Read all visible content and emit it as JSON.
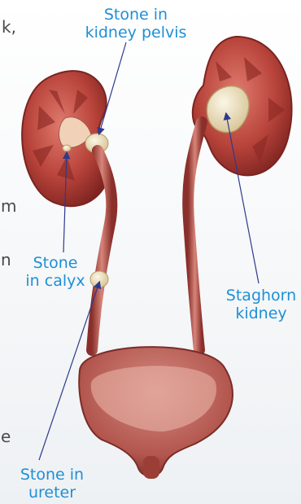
{
  "labels": {
    "pelvis": [
      "Stone in",
      "kidney pelvis"
    ],
    "calyx": [
      "Stone",
      "in calyx"
    ],
    "staghorn": [
      "Staghorn",
      "kidney"
    ],
    "ureter": [
      "Stone in",
      "ureter"
    ]
  },
  "cut_text": {
    "t1": "k,",
    "t2": "m",
    "t3": "n",
    "t4": "e"
  },
  "colors": {
    "label": "#1f8fd6",
    "arrow": "#2d3a8c",
    "kidney": "#a8342f",
    "stone": "#e9ddb4"
  }
}
